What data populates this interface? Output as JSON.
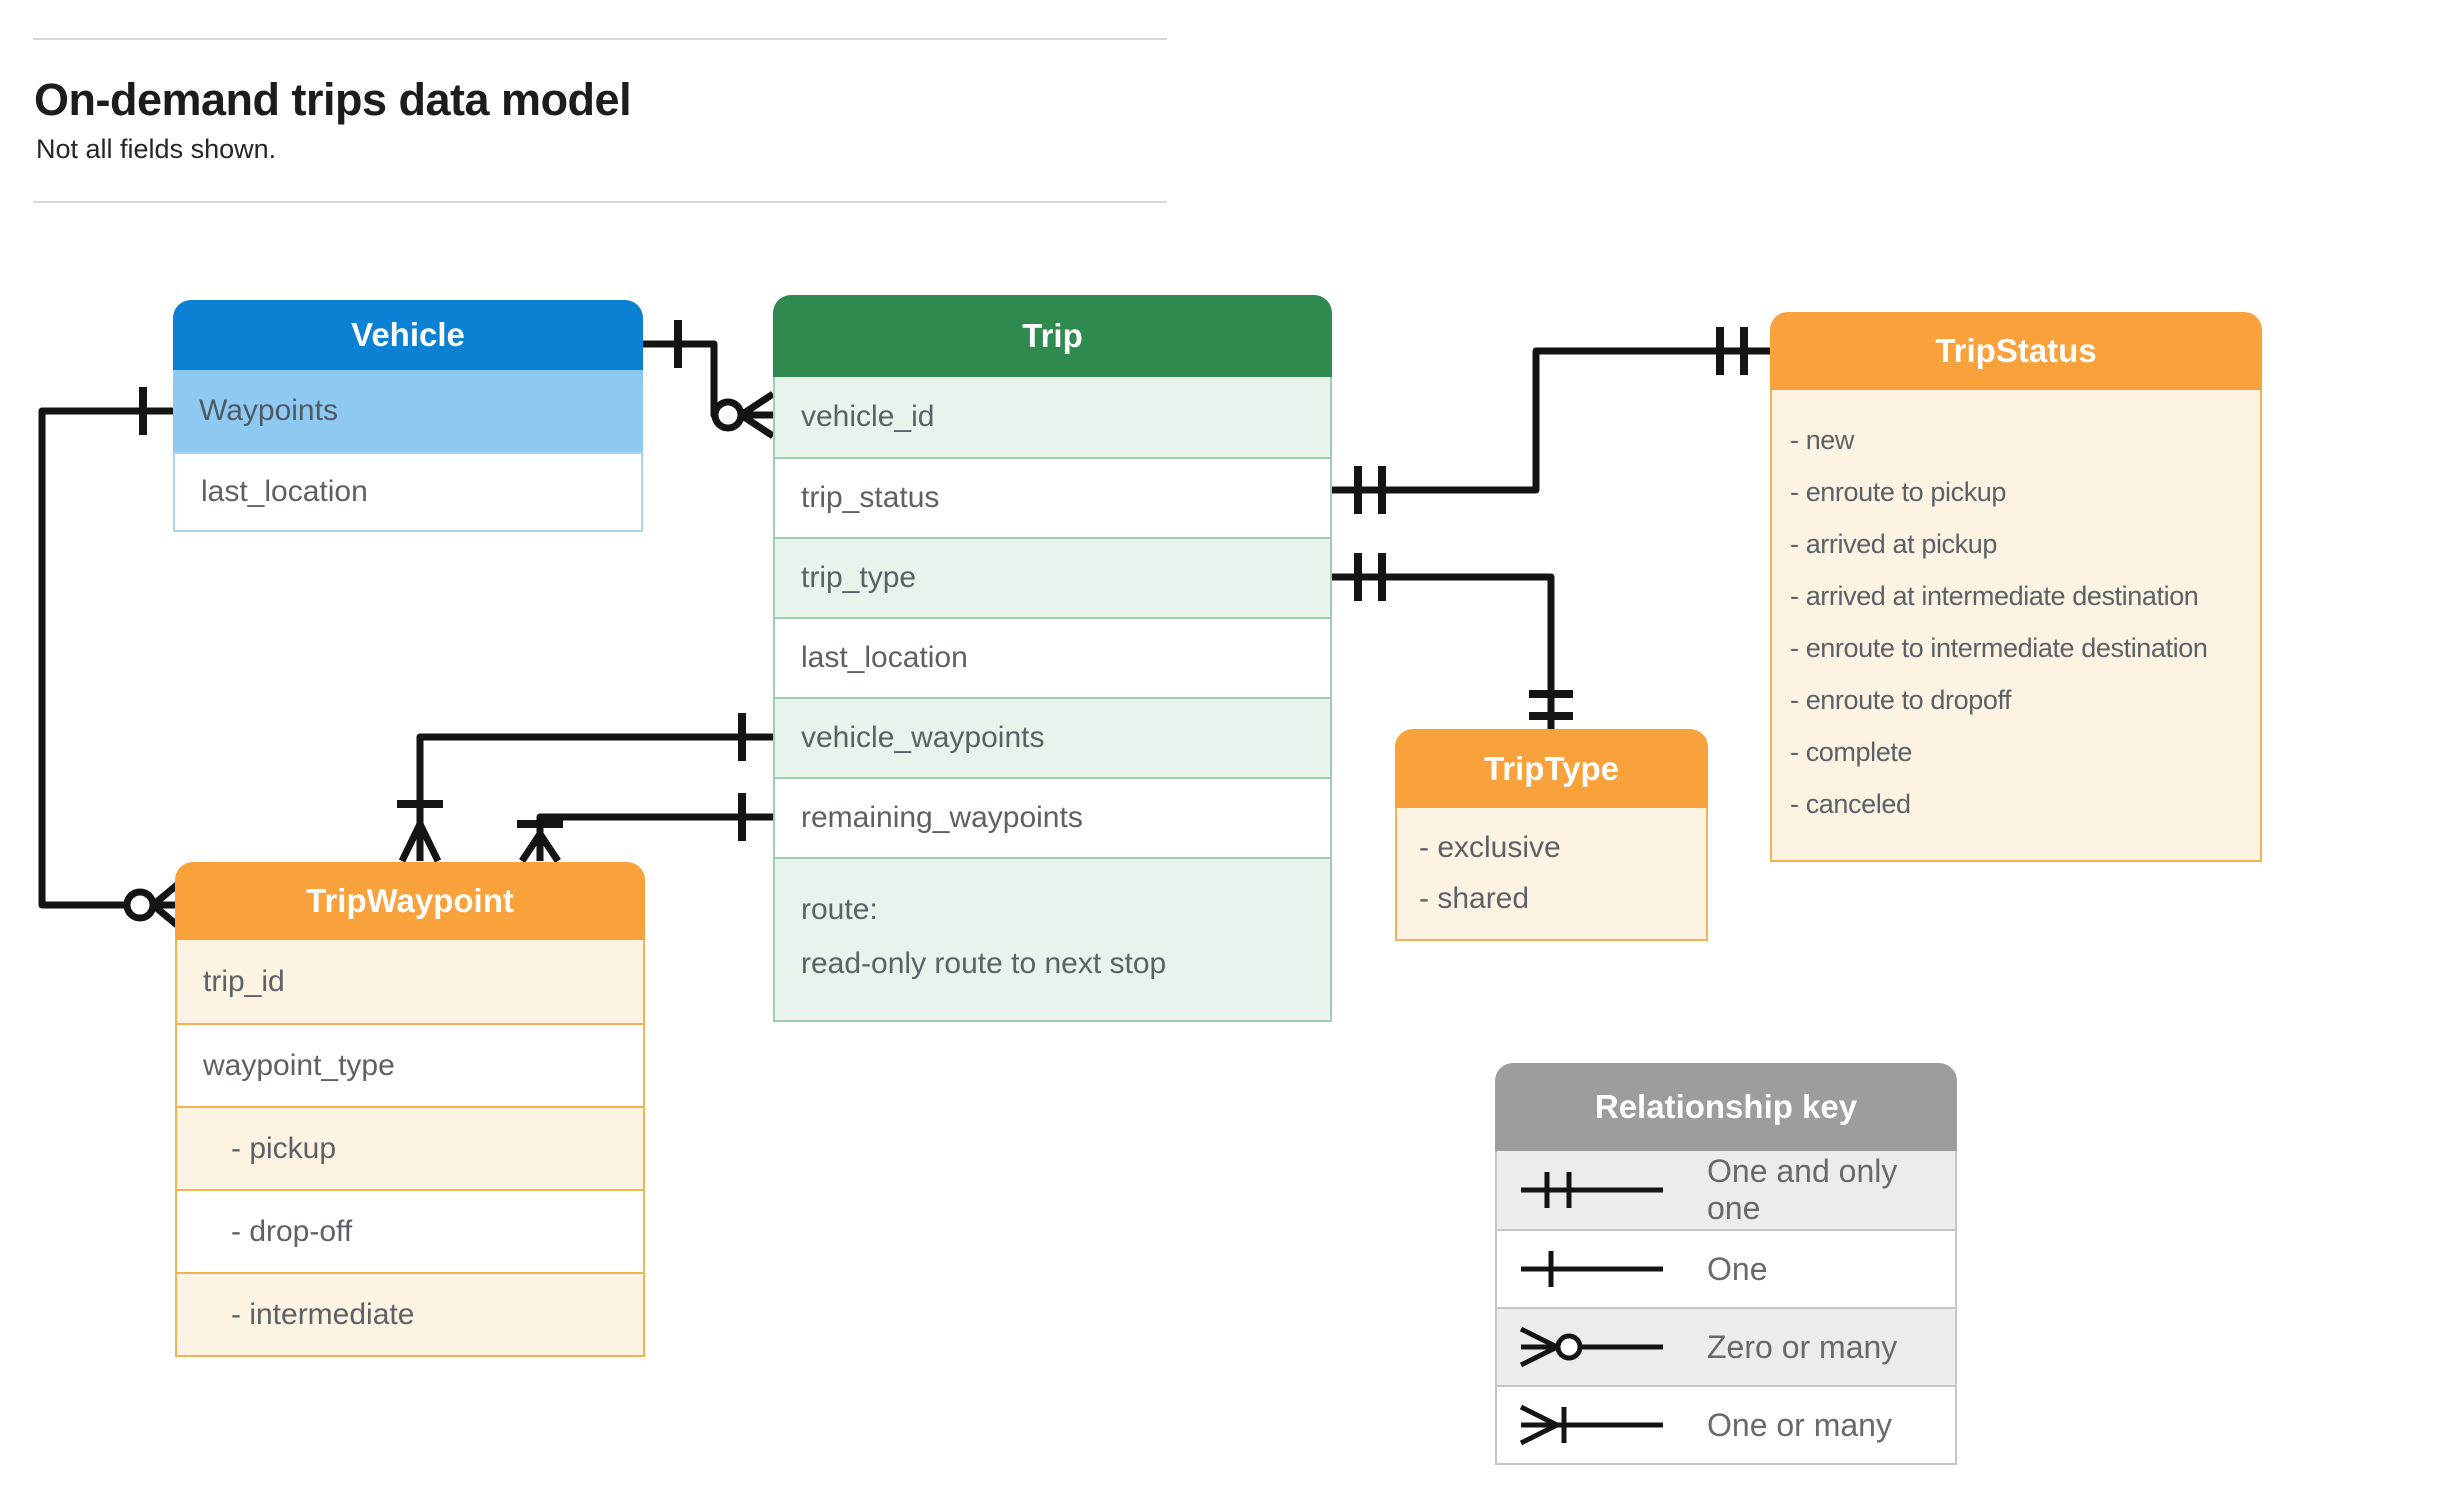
{
  "page": {
    "title": "On-demand trips data model",
    "subtitle": "Not all fields shown."
  },
  "entities": {
    "vehicle": {
      "title": "Vehicle",
      "fields": {
        "waypoints": "Waypoints",
        "last_location": "last_location"
      }
    },
    "trip": {
      "title": "Trip",
      "fields": {
        "vehicle_id": "vehicle_id",
        "trip_status": "trip_status",
        "trip_type": "trip_type",
        "last_location": "last_location",
        "vehicle_waypoints": "vehicle_waypoints",
        "remaining_waypoints": "remaining_waypoints",
        "route_label": "route:",
        "route_desc": "read-only route to next stop"
      }
    },
    "trip_status": {
      "title": "TripStatus",
      "values": [
        "- new",
        "- enroute to pickup",
        "- arrived at pickup",
        "- arrived at intermediate destination",
        "- enroute to intermediate destination",
        "- enroute to dropoff",
        "- complete",
        "- canceled"
      ]
    },
    "trip_type": {
      "title": "TripType",
      "values": [
        "- exclusive",
        "- shared"
      ]
    },
    "trip_waypoint": {
      "title": "TripWaypoint",
      "fields": {
        "trip_id": "trip_id",
        "waypoint_type": "waypoint_type"
      },
      "waypoint_values": [
        "- pickup",
        "- drop-off",
        "- intermediate"
      ]
    }
  },
  "legend": {
    "title": "Relationship key",
    "rows": [
      {
        "symbol": "one-and-only-one",
        "label": "One and only one"
      },
      {
        "symbol": "one",
        "label": "One"
      },
      {
        "symbol": "zero-or-many",
        "label": "Zero or many"
      },
      {
        "symbol": "one-or-many",
        "label": "One or many"
      }
    ]
  },
  "relationships": [
    {
      "from": "Vehicle",
      "to": "Trip.vehicle_id",
      "from_cardinality": "one",
      "to_cardinality": "zero or many"
    },
    {
      "from": "Vehicle.Waypoints",
      "to": "TripWaypoint",
      "from_cardinality": "one",
      "to_cardinality": "zero or many"
    },
    {
      "from": "Trip.vehicle_waypoints",
      "to": "TripWaypoint",
      "from_cardinality": "one",
      "to_cardinality": "one or many"
    },
    {
      "from": "Trip.remaining_waypoints",
      "to": "TripWaypoint",
      "from_cardinality": "one",
      "to_cardinality": "one or many"
    },
    {
      "from": "Trip.trip_status",
      "to": "TripStatus",
      "from_cardinality": "one and only one",
      "to_cardinality": "one and only one"
    },
    {
      "from": "Trip.trip_type",
      "to": "TripType",
      "from_cardinality": "one and only one",
      "to_cardinality": "one and only one"
    }
  ],
  "colors": {
    "vehicle_header": "#0b81d4",
    "vehicle_highlight_row": "#8ec9f2",
    "trip_header": "#2e8a4e",
    "trip_row_alt": "#e8f3ec",
    "orange_header": "#f9a23b",
    "orange_body": "#fdf3e2",
    "key_header": "#9d9d9d",
    "key_row_alt": "#ececec",
    "connector_line": "#141414",
    "row_text": "#5b6166"
  }
}
